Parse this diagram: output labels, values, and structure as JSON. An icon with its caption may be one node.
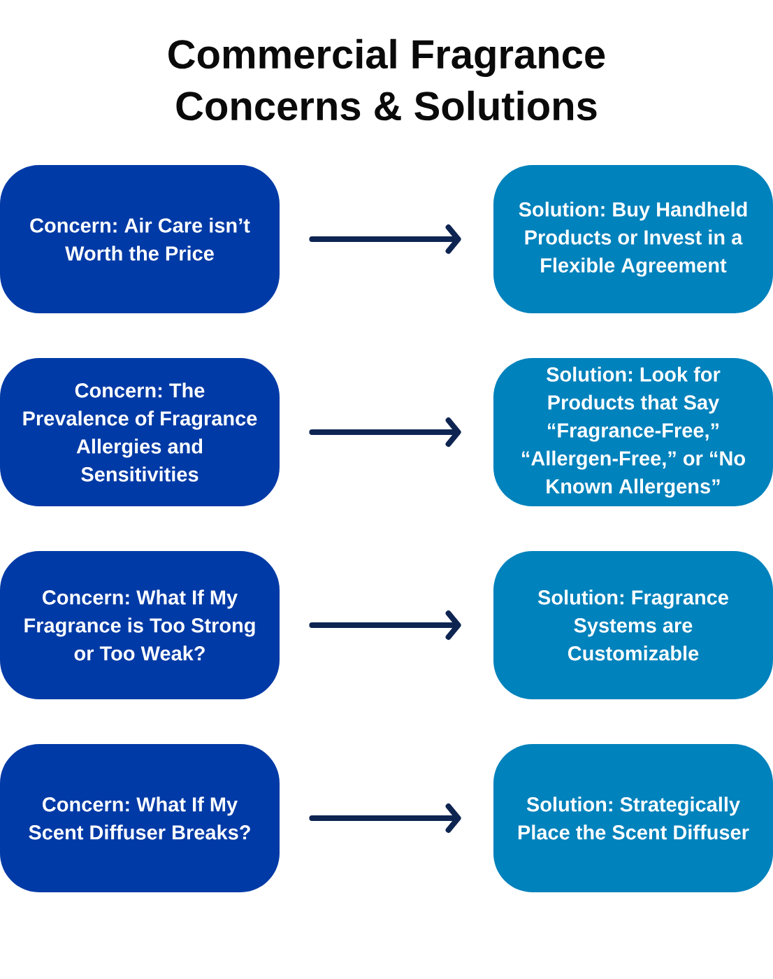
{
  "diagram": {
    "title": "Commercial Fragrance Concerns & Solutions",
    "nodes": [
      {
        "text": [
          "Concern: Air Care isn’t Worth the Price"
        ]
      },
      {
        "text": [
          "Solution: Buy Handheld Products or Invest in a Flexible Agreement"
        ]
      },
      {
        "text": [
          "Concern: The Prevalence of Fragrance Allergies and Sensitivities"
        ]
      },
      {
        "text": [
          "Solution: Look for Products that Say “Fragrance-Free,” “Allergen-Free,” or “No Known Allergens”"
        ]
      },
      {
        "text": [
          "Concern: What If My Fragrance is Too Strong or Too Weak?"
        ]
      },
      {
        "text": [
          "Solution: Fragrance Systems are Customizable"
        ]
      },
      {
        "text": [
          "Concern: What If My Scent Diffuser Breaks?"
        ]
      },
      {
        "text": [
          "Solution: Strategically Place the Scent Diffuser"
        ]
      }
    ],
    "edges": [
      {
        "from": 0,
        "to": 1,
        "arrow": "to"
      },
      {
        "from": 2,
        "to": 3,
        "arrow": "to"
      },
      {
        "from": 4,
        "to": 5,
        "arrow": "to"
      },
      {
        "from": 6,
        "to": 7,
        "arrow": "to"
      }
    ]
  }
}
